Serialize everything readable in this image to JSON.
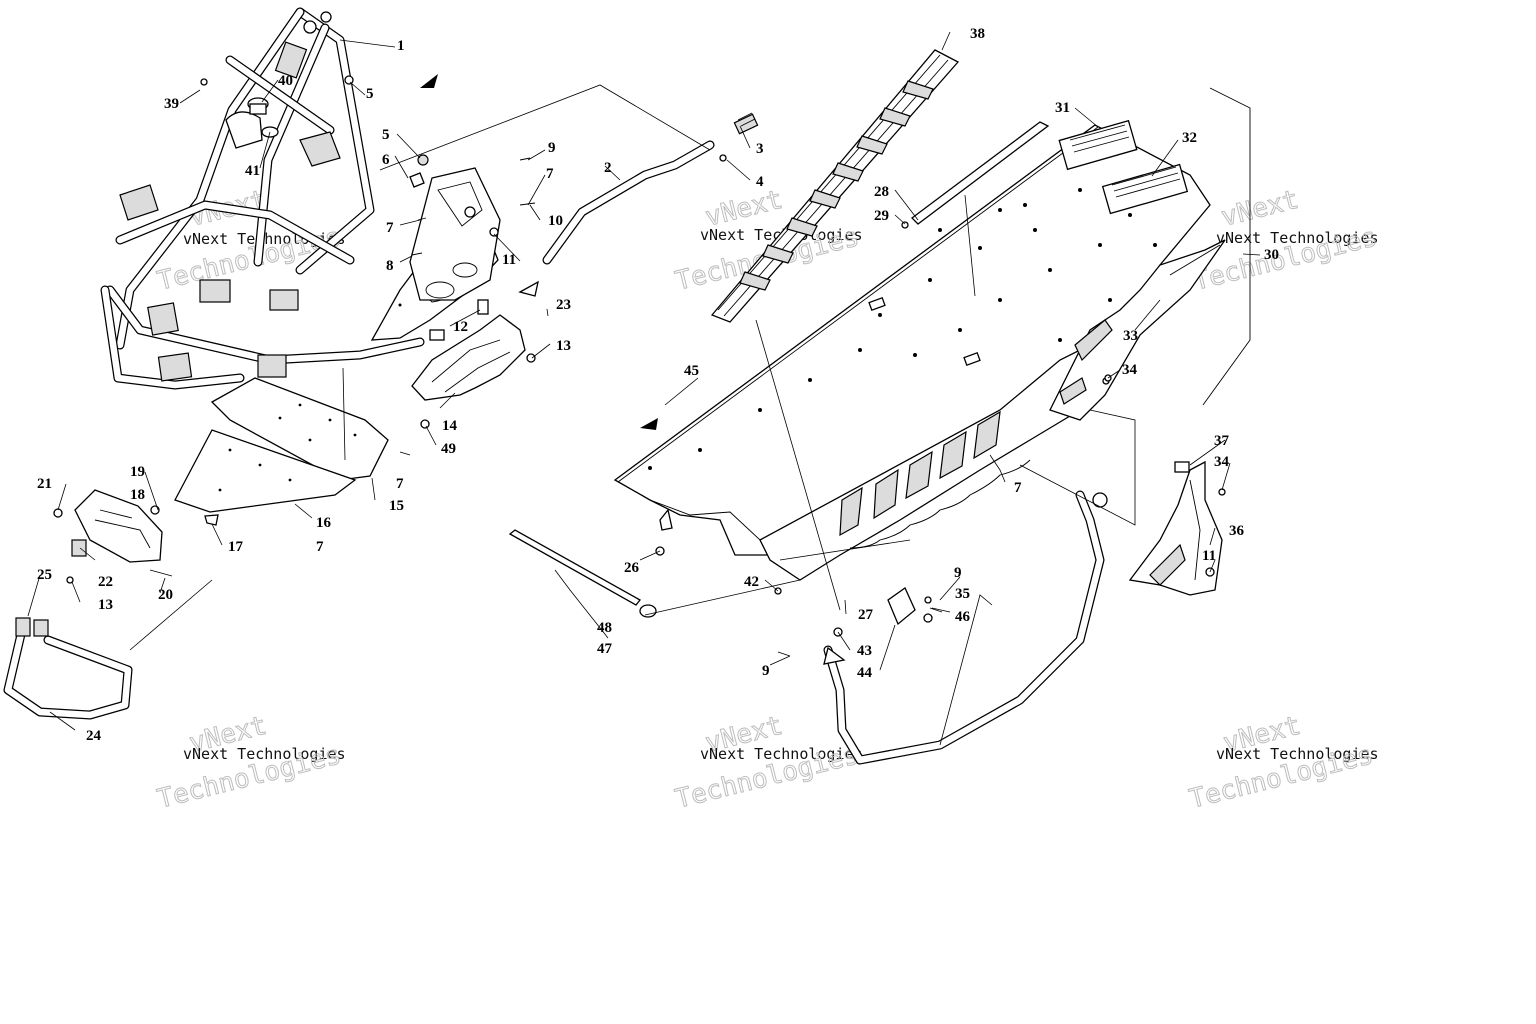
{
  "diagram": {
    "watermark": {
      "line1": "vNext Technologies",
      "line2": "vNext",
      "line3": "Technologies"
    },
    "callouts": {
      "c1": "1",
      "c2": "2",
      "c3": "3",
      "c4": "4",
      "c5a": "5",
      "c5b": "5",
      "c6": "6",
      "c7a": "7",
      "c7b": "7",
      "c7c": "7",
      "c7d": "7",
      "c7e": "7",
      "c8": "8",
      "c9a": "9",
      "c9b": "9",
      "c9c": "9",
      "c10": "10",
      "c11a": "11",
      "c11b": "11",
      "c12": "12",
      "c13a": "13",
      "c13b": "13",
      "c14": "14",
      "c15": "15",
      "c16": "16",
      "c17": "17",
      "c18": "18",
      "c19": "19",
      "c20": "20",
      "c21": "21",
      "c22": "22",
      "c23": "23",
      "c24": "24",
      "c25": "25",
      "c26": "26",
      "c27": "27",
      "c28": "28",
      "c29": "29",
      "c30": "30",
      "c31": "31",
      "c32": "32",
      "c33": "33",
      "c34a": "34",
      "c34b": "34",
      "c35": "35",
      "c36": "36",
      "c37": "37",
      "c38": "38",
      "c39": "39",
      "c40": "40",
      "c41": "41",
      "c42": "42",
      "c43": "43",
      "c44": "44",
      "c45": "45",
      "c46": "46",
      "c47": "47",
      "c48": "48",
      "c49": "49"
    }
  }
}
